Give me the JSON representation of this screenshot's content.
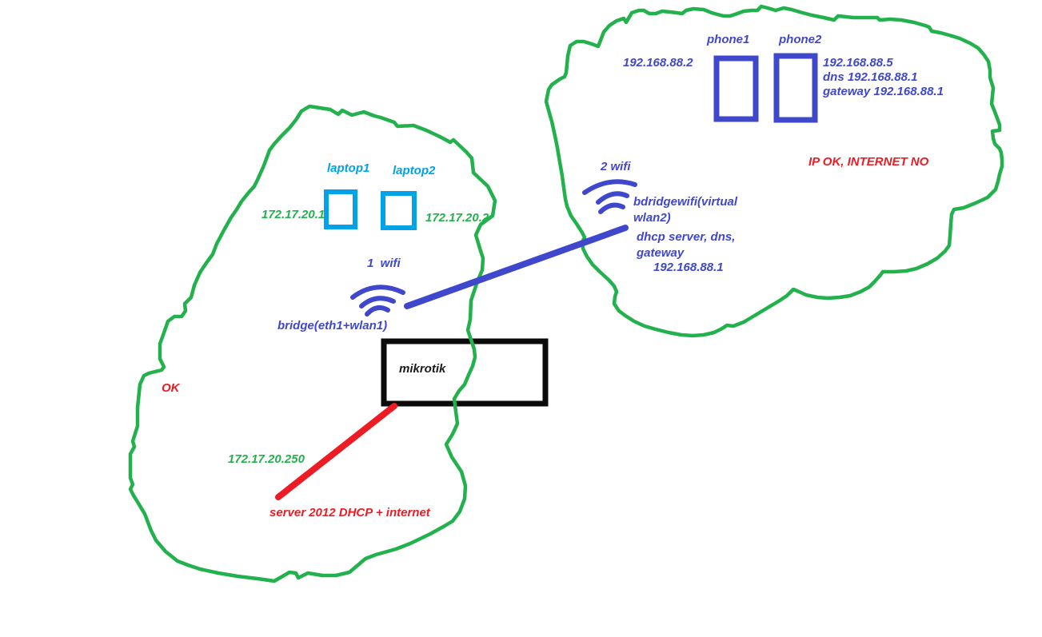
{
  "diagram": {
    "type": "hand-drawn network diagram (two LAN clouds bridged over wifi)",
    "colors": {
      "cloud_outline": "#22B14C",
      "wifi_link": "#3F48CC",
      "server_link": "#ED1C24",
      "laptop_shape": "#00A2E8",
      "phone_shape": "#3F48CC",
      "router_box": "#000000",
      "text_green": "#22B14C",
      "text_blue": "#3F48CC",
      "text_cyan": "#00A2E8",
      "text_red": "#ED1C24"
    },
    "icons": {
      "wifi1": "wifi-signal-arcs",
      "wifi2": "wifi-signal-arcs"
    },
    "left_cloud": {
      "status_label": "OK",
      "laptop1_label": "laptop1",
      "laptop2_label": "laptop2",
      "laptop1_ip": "172.17.20.1",
      "laptop2_ip": "172.17.20.2",
      "wifi_label": "1  wifi",
      "bridge_label": "bridge(eth1+wlan1)",
      "router_label": "mikrotik",
      "server_ip": "172.17.20.250",
      "server_label": "server 2012 DHCP + internet"
    },
    "right_cloud": {
      "status_label": "IP OK, INTERNET NO",
      "phone1_label": "phone1",
      "phone2_label": "phone2",
      "phone1_ip": "192.168.88.2",
      "phone2_ip": "192.168.88.5",
      "phone2_dns": "dns 192.168.88.1",
      "phone2_gateway": "gateway 192.168.88.1",
      "wifi_label": "2 wifi",
      "bridge_label_line1": "bdridgewifi(virtual",
      "bridge_label_line2": "wlan2)",
      "services_line1": "dhcp server, dns,",
      "services_line2": "gateway",
      "services_ip": "192.168.88.1"
    }
  }
}
